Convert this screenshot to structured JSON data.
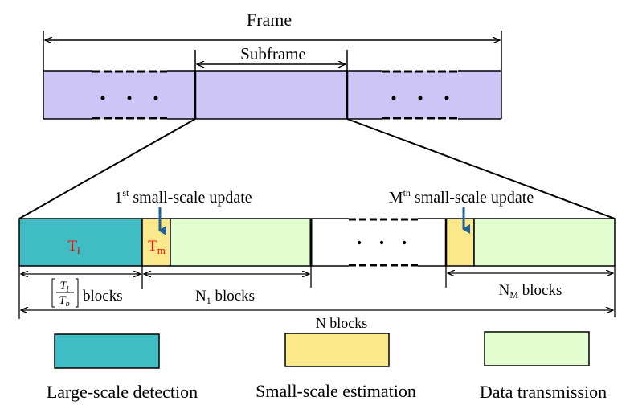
{
  "top": {
    "frame_label": "Frame",
    "subframe_label": "Subframe",
    "dots": "•   •   •"
  },
  "detail": {
    "t_l": "T",
    "t_l_sub": "l",
    "t_m": "T",
    "t_m_sub": "m",
    "update_first": "1",
    "update_first_sup": "st",
    "update_first_text": " small-scale update",
    "update_last": "M",
    "update_last_sup": "th",
    "update_last_text": " small-scale update",
    "frac_num": "T",
    "frac_num_sub": "l",
    "frac_den": "T",
    "frac_den_sub": "b",
    "blocks": "blocks",
    "n1": "N",
    "n1_sub": "1",
    "nm": "N",
    "nm_sub": "M",
    "n_blocks": "N blocks"
  },
  "legend": [
    {
      "label": "Large-scale detection",
      "color": "#3fbcc4"
    },
    {
      "label": "Small-scale estimation",
      "color": "#fbe88a"
    },
    {
      "label": "Data transmission",
      "color": "#e2fdd0"
    }
  ],
  "colors": {
    "frame": "#ccc5f5",
    "arrow": "#1f5f9b",
    "text_red": "#ff0000"
  }
}
